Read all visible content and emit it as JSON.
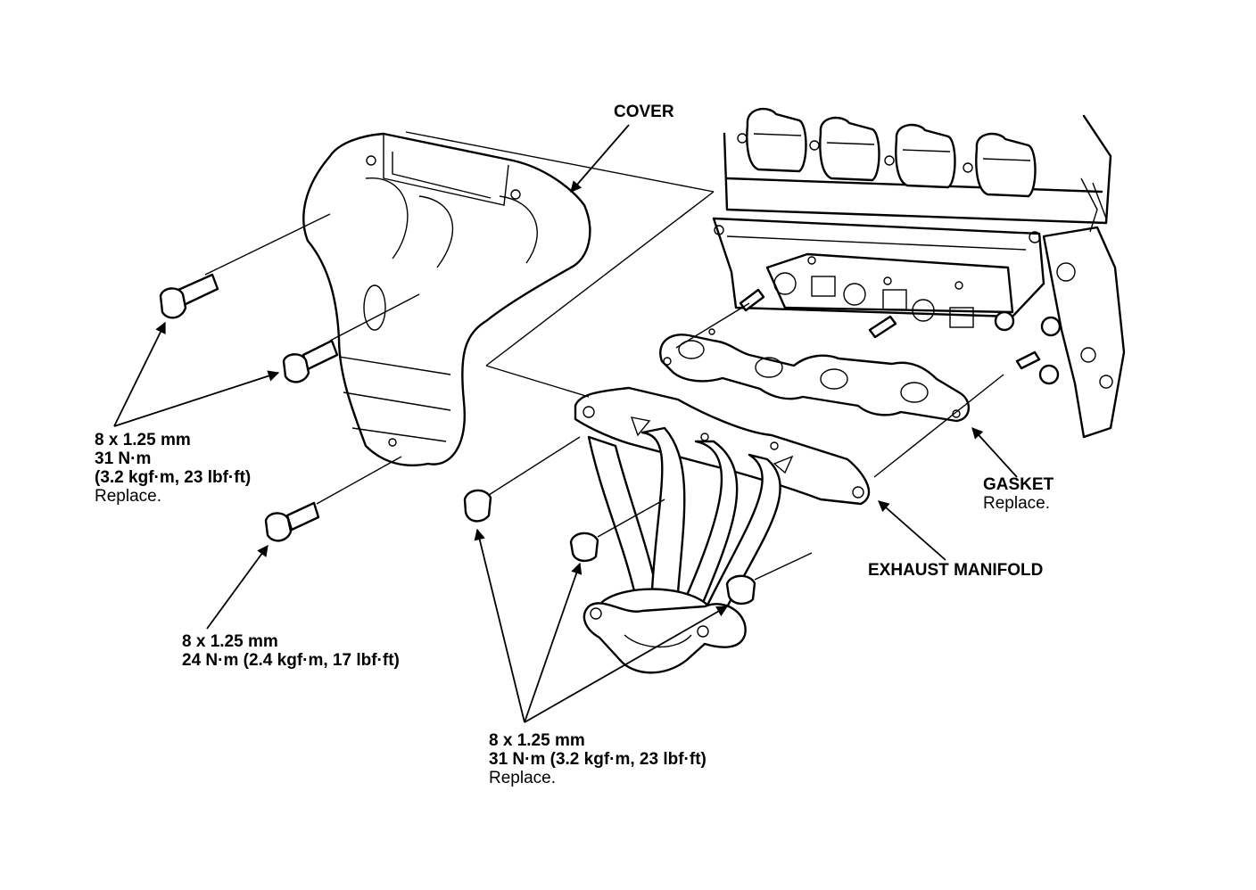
{
  "labels": {
    "cover": "COVER",
    "gasket": {
      "name": "GASKET",
      "note": "Replace."
    },
    "exhaust_manifold": "EXHAUST MANIFOLD",
    "cover_bolts_upper": {
      "size": "8 x 1.25 mm",
      "torque": "31 N·m",
      "torque_alt": "(3.2 kgf·m, 23 lbf·ft)",
      "note": "Replace."
    },
    "cover_bolt_lower": {
      "size": "8 x 1.25 mm",
      "torque": "24 N·m (2.4 kgf·m, 17 lbf·ft)"
    },
    "manifold_nuts": {
      "size": "8 x 1.25 mm",
      "torque": "31 N·m (3.2 kgf·m, 23 lbf·ft)",
      "note": "Replace."
    }
  }
}
